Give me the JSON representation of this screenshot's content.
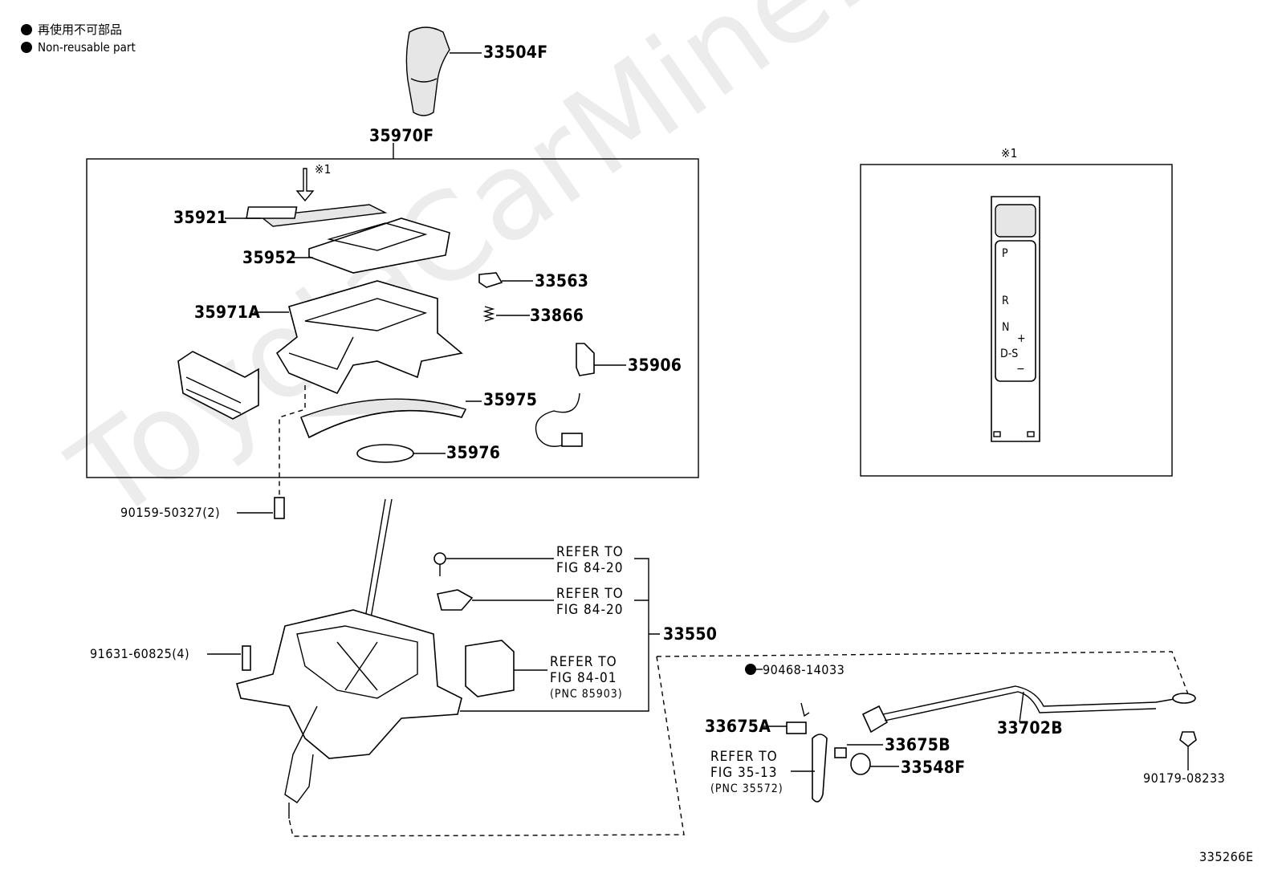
{
  "legend": {
    "line1": "再使用不可部品",
    "line2": "Non-reusable part"
  },
  "watermark": "ToyotaCarMine.ru",
  "figure_id": "335266E",
  "note_mark": "※1",
  "gear_letters": {
    "p": "P",
    "r": "R",
    "n": "N",
    "plus": "+",
    "ds": "D-S",
    "minus": "−"
  },
  "parts": {
    "p33504F": "33504F",
    "p35970F": "35970F",
    "p35921": "35921",
    "p35952": "35952",
    "p33563": "33563",
    "p33866": "33866",
    "p35971A": "35971A",
    "p35906": "35906",
    "p35975": "35975",
    "p35976": "35976",
    "p90159": "90159-50327(2)",
    "p33550": "33550",
    "p91631": "91631-60825(4)",
    "p90468": "90468-14033",
    "p33675A": "33675A",
    "p33702B": "33702B",
    "p33675B": "33675B",
    "p33548F": "33548F",
    "p90179": "90179-08233"
  },
  "refs": {
    "r1": {
      "line1": "REFER TO",
      "line2": "FIG 84-20"
    },
    "r2": {
      "line1": "REFER TO",
      "line2": "FIG 84-20"
    },
    "r3": {
      "line1": "REFER TO",
      "line2": "FIG 84-01",
      "line3": "(PNC 85903)"
    },
    "r4": {
      "line1": "REFER TO",
      "line2": "FIG 35-13",
      "line3": "(PNC 35572)"
    }
  }
}
